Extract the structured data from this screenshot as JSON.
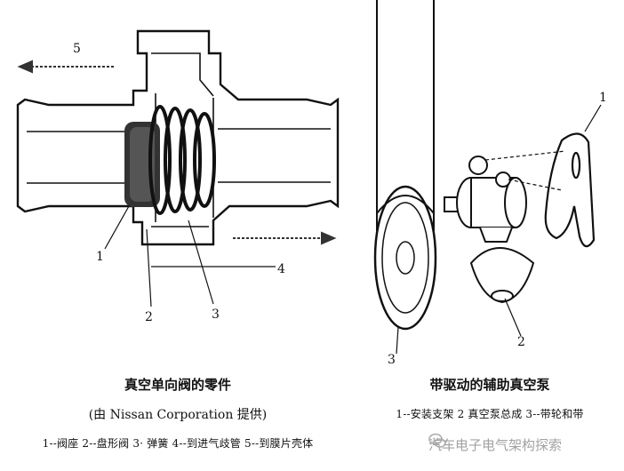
{
  "left_figure": {
    "callouts": {
      "c1": "1",
      "c2": "2",
      "c3": "3",
      "c4": "4",
      "c5": "5"
    },
    "caption_title": "真空单向阀的零件",
    "caption_source": "(由 Nissan Corporation 提供)",
    "legend": "1--阀座  2--盘形阀  3· 弹簧  4--到进气歧管  5--到膜片壳体"
  },
  "right_figure": {
    "callouts": {
      "c1": "1",
      "c2": "2",
      "c3": "3"
    },
    "caption_title": "带驱动的辅助真空泵",
    "legend": "1--安装支架  2  真空泵总成  3--带轮和带"
  },
  "watermark": {
    "text": "汽车电子电气架构探索",
    "icon": "wechat-bubble-icon"
  }
}
